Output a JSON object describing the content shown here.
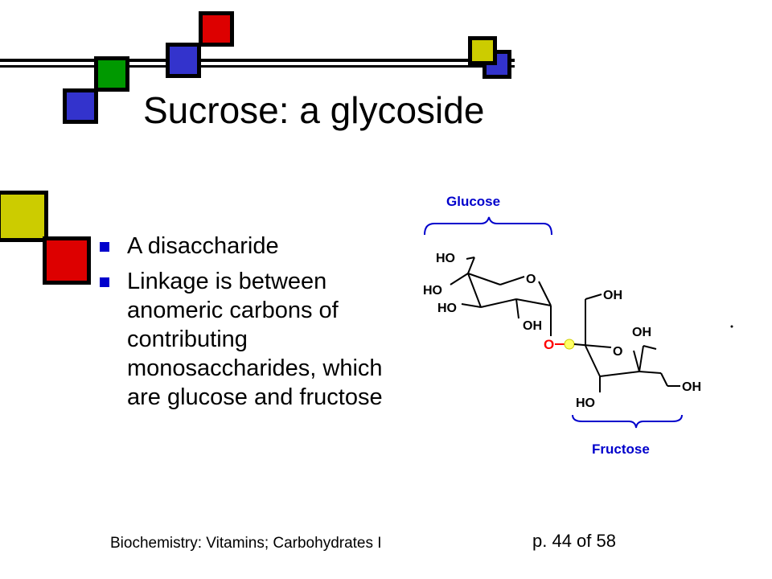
{
  "slide": {
    "title": "Sucrose: a glycoside",
    "bullets": [
      "A disaccharide",
      "Linkage is between anomeric carbons of contributing monosaccharides, which are glucose and fructose"
    ],
    "footer_left": "Biochemistry: Vitamins; Carbohydrates I",
    "footer_right": "p. 44 of 58"
  },
  "diagram": {
    "glucose_label": "Glucose",
    "fructose_label": "Fructose",
    "ho_1": "HO",
    "ho_2": "HO",
    "ho_3": "HO",
    "oh_glc": "OH",
    "ring_o_glc": "O",
    "link_o": "O",
    "ch2oh_fru": "OH",
    "oh_fru_ring": "OH",
    "ring_o_fru": "O",
    "oh_fru_right": "OH",
    "ho_fru_bottom": "HO"
  },
  "colors": {
    "yellow": "#cccc00",
    "red": "#dd0000",
    "blue": "#3333cc",
    "green": "#009900",
    "label_blue": "#0000cc",
    "link_red": "#ff0000",
    "link_yellow": "#ffff66",
    "bullet": "#0000cc"
  }
}
